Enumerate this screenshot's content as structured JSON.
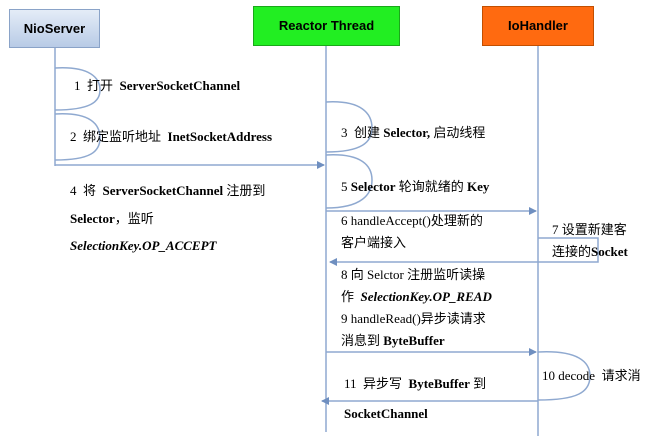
{
  "participants": {
    "nio_server": "NioServer",
    "reactor_thread": "Reactor Thread",
    "io_handler": "IoHandler"
  },
  "steps": {
    "s1": {
      "num": "1",
      "text": "打开",
      "bold": "ServerSocketChannel"
    },
    "s2": {
      "num": "2",
      "text": "绑定监听地址",
      "bold": "InetSocketAddress"
    },
    "s3": {
      "num": "3",
      "text": "创建",
      "bold": "Selector,",
      "tail": "启动线程"
    },
    "s4": {
      "num": "4",
      "text": "将",
      "bold": "ServerSocketChannel",
      "tail": "注册到",
      "line2_bold": "Selector",
      "line2_tail": "，监听",
      "line3": "SelectionKey.OP_ACCEPT"
    },
    "s5": {
      "num": "5",
      "bold": "Selector",
      "text": "轮询就绪的",
      "tail": "Key"
    },
    "s6": {
      "num": "6",
      "text": "handleAccept()处理新的",
      "line2": "客户端接入"
    },
    "s7": {
      "num": "7",
      "text": "设置新建客",
      "line2": "连接的",
      "line2_bold": "Socket"
    },
    "s8": {
      "num": "8",
      "text": "向 Selctor 注册监听读操",
      "line2": "作",
      "line2_bi": "SelectionKey.OP_READ"
    },
    "s9": {
      "num": "9",
      "text": "handleRead()异步读请求",
      "line2": "消息到",
      "line2_bold": "ByteBuffer"
    },
    "s10": {
      "num": "10",
      "text": "decode",
      "tail": "请求消"
    },
    "s11": {
      "num": "11",
      "text": "异步写",
      "bold": "ByteBuffer",
      "tail": "到",
      "line2_bold": "SocketChannel"
    }
  }
}
